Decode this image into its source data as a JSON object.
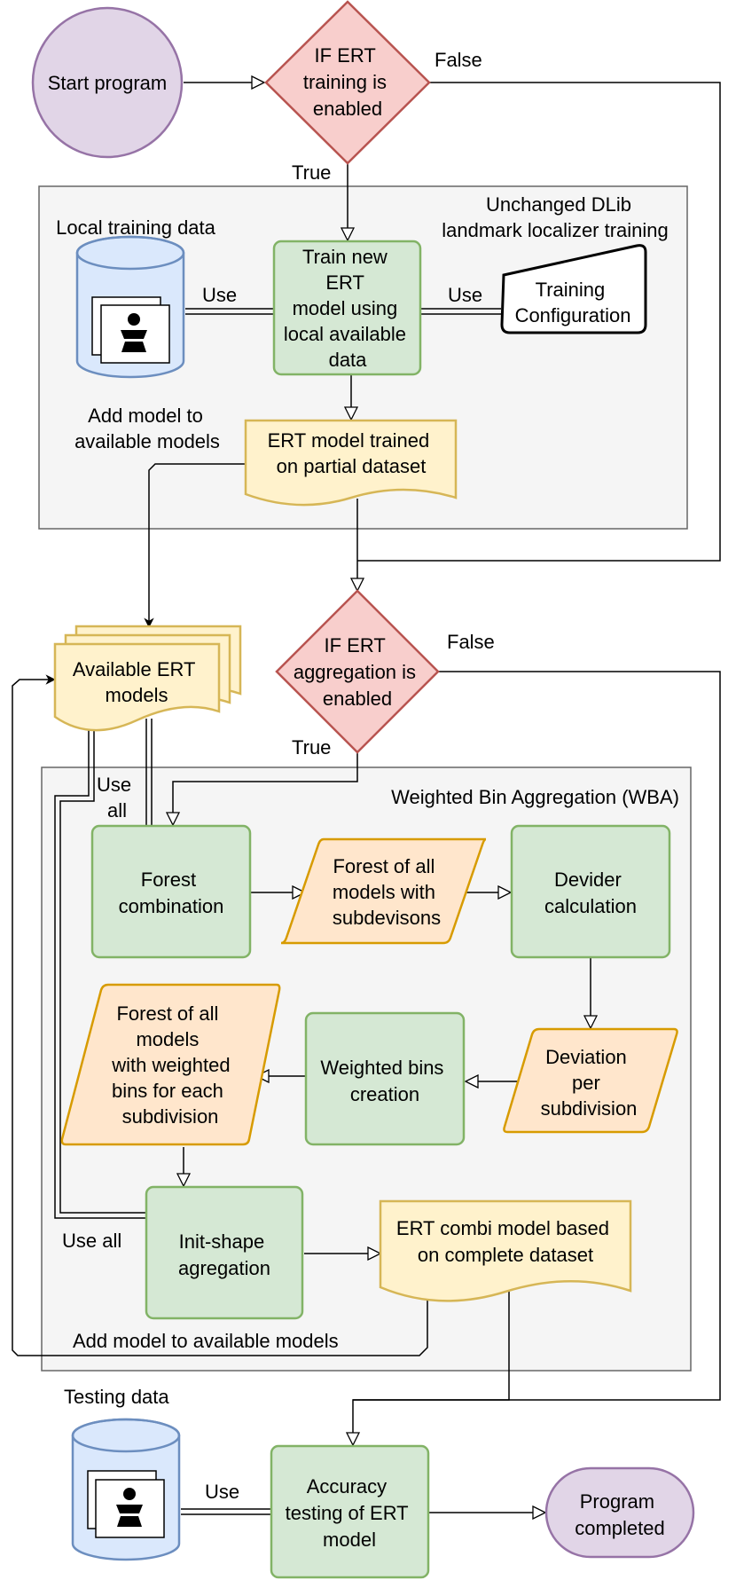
{
  "nodes": {
    "start": "Start program",
    "ifTraining": [
      "IF ERT",
      "training is",
      "enabled"
    ],
    "trainNew": [
      "Train new",
      "ERT",
      "model using",
      "local available",
      "data"
    ],
    "trainingConfig": [
      "Training",
      "Configuration"
    ],
    "ertPartial": [
      "ERT model trained",
      "on partial dataset"
    ],
    "availableModels": [
      "Available ERT",
      "models"
    ],
    "ifAggregation": [
      "IF ERT",
      "aggregation is",
      "enabled"
    ],
    "forestCombination": [
      "Forest",
      "combination"
    ],
    "forestSubdiv": [
      "Forest of all",
      "models with",
      "subdevisons"
    ],
    "deviderCalc": [
      "Devider",
      "calculation"
    ],
    "deviation": [
      "Deviation",
      "per",
      "subdivision"
    ],
    "weightedBins": [
      "Weighted bins",
      "creation"
    ],
    "forestWeighted": [
      "Forest of all",
      "models",
      "with weighted",
      "bins for each",
      "subdivision"
    ],
    "initShape": [
      "Init-shape",
      "agregation"
    ],
    "ertCombi": [
      "ERT combi model based",
      "on complete dataset"
    ],
    "accuracy": [
      "Accuracy",
      "testing of ERT",
      "model"
    ],
    "completed": [
      "Program",
      "completed"
    ]
  },
  "groups": {
    "dlib": [
      "Unchanged DLib",
      "landmark localizer training"
    ],
    "wba": "Weighted Bin Aggregation (WBA)"
  },
  "labels": {
    "false1": "False",
    "true1": "True",
    "localTraining": "Local training data",
    "use1": "Use",
    "use2": "Use",
    "addModel1": [
      "Add model to",
      "available models"
    ],
    "false2": "False",
    "true2": "True",
    "useAll1": [
      "Use",
      "all"
    ],
    "useAll2": "Use all",
    "addModel2": "Add model to available models",
    "testingData": "Testing data",
    "use3": "Use"
  },
  "colors": {
    "green_fill": "#d5e8d4",
    "green_stroke": "#82b366",
    "red_fill": "#f8cecc",
    "red_stroke": "#b85450",
    "purple_fill": "#e1d5e7",
    "purple_stroke": "#9673a6",
    "yellow_fill": "#fff2cc",
    "yellow_stroke": "#d6b656",
    "orange_fill": "#ffe6cc",
    "orange_stroke": "#d79b00",
    "blue_fill": "#dae8fc",
    "blue_stroke": "#6c8ebf",
    "group_fill": "#f5f5f5",
    "group_stroke": "#666666"
  }
}
